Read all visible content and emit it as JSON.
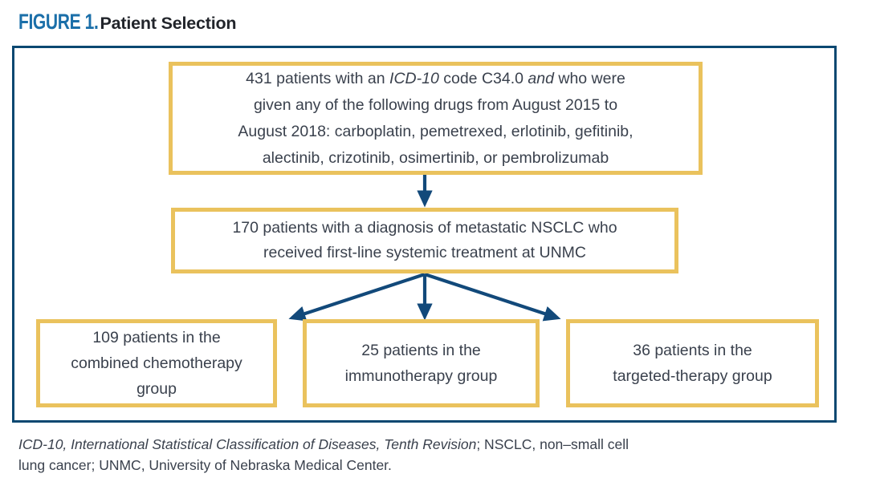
{
  "figure_header": {
    "label": "FIGURE 1.",
    "title": "Patient Selection"
  },
  "flowchart": {
    "inclusion_box": {
      "line1_part1": "431 patients with an ",
      "line1_italic1": "ICD-10",
      "line1_part2": " code C34.0 ",
      "line1_italic2": "and",
      "line1_part3": " who were",
      "line2": "given any of the following drugs from August 2015 to",
      "line3": "August 2018: carboplatin, pemetrexed, erlotinib, gefitinib,",
      "line4": "alectinib, crizotinib, osimertinib, or pembrolizumab"
    },
    "diagnosis_box": {
      "line1": "170 patients with a diagnosis of metastatic NSCLC who",
      "line2": "received first-line systemic treatment at UNMC"
    },
    "chemotherapy_box": {
      "line1": "109 patients in the",
      "line2": "combined chemotherapy",
      "line3": "group"
    },
    "immunotherapy_box": {
      "line1": "25 patients in the",
      "line2": "immunotherapy group"
    },
    "targeted_therapy_box": {
      "line1": "36 patients in the",
      "line2": "targeted-therapy group"
    }
  },
  "footnote": {
    "line1_italic": "ICD-10, International Statistical Classification of Diseases, Tenth Revision",
    "line1_plain": "; NSCLC, non–small cell",
    "line2": "lung cancer; UNMC, University of Nebraska Medical Center."
  },
  "colors": {
    "outer_border_navy": "#0A4871",
    "arrow_navy": "#12497A",
    "box_border_gold": "#EAC25D",
    "figure_label_blue": "#1B6FA9",
    "body_text": "#3A414D"
  }
}
